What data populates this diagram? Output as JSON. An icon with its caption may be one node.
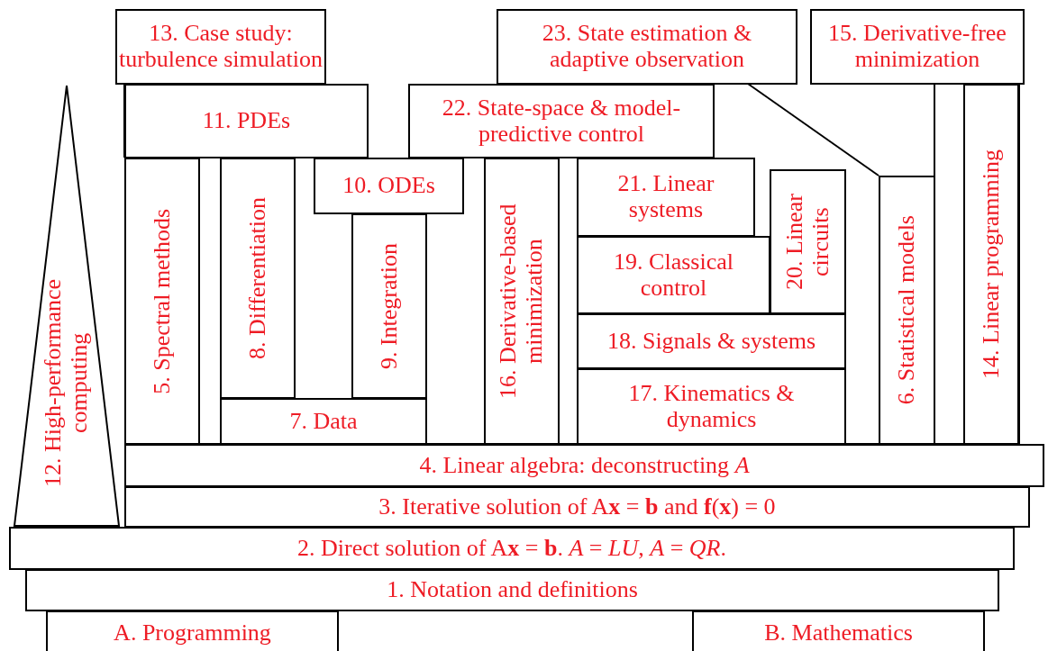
{
  "diagram": {
    "nodes": [
      {
        "text": [
          "13. Case study: turbulence simulation"
        ]
      },
      {
        "text": [
          "23. State estimation & adaptive observation"
        ]
      },
      {
        "text": [
          "15. Derivative-free minimization"
        ]
      },
      {
        "text": [
          "12. High-performance computing"
        ]
      },
      {
        "text": [
          "11. PDEs"
        ]
      },
      {
        "text": [
          "22. State-space & model-predictive control"
        ]
      },
      {
        "text": [
          "14. Linear programming"
        ]
      },
      {
        "text": [
          "5. Spectral methods"
        ]
      },
      {
        "text": [
          "8. Differentiation"
        ]
      },
      {
        "text": [
          "10. ODEs"
        ]
      },
      {
        "text": [
          "16. Derivative-based minimization"
        ]
      },
      {
        "text": [
          "21. Linear systems"
        ]
      },
      {
        "text": [
          "20. Linear circuits"
        ]
      },
      {
        "text": [
          "6. Statistical models"
        ]
      },
      {
        "text": [
          "9. Integration"
        ]
      },
      {
        "text": [
          "19. Classical control"
        ]
      },
      {
        "text": [
          "18. Signals & systems"
        ]
      },
      {
        "text": [
          "17. Kinematics & dynamics"
        ]
      },
      {
        "text": [
          "7. Data"
        ]
      },
      {
        "text": [
          "4. Linear algebra: deconstructing *A*"
        ]
      },
      {
        "text": [
          "3. Iterative solution of A**x** = **b** and **f**(**x**) = 0"
        ]
      },
      {
        "text": [
          "2. Direct solution of A**x** = **b**. *A* = *LU*, *A* = *QR*."
        ]
      },
      {
        "text": [
          "1. Notation and definitions"
        ]
      },
      {
        "text": [
          "A. Programming"
        ]
      },
      {
        "text": [
          "B. Mathematics"
        ]
      }
    ]
  }
}
